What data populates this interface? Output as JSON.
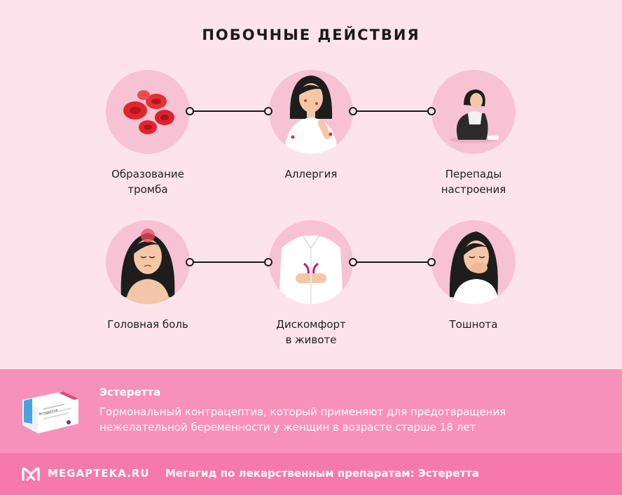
{
  "title": "ПОБОЧНЫЕ ДЕЙСТВИЯ",
  "effects": [
    {
      "label_line1": "Образование",
      "label_line2": "тромба",
      "icon": "blood-cells-icon"
    },
    {
      "label_line1": "Аллергия",
      "label_line2": "",
      "icon": "allergy-woman-icon"
    },
    {
      "label_line1": "Перепады",
      "label_line2": "настроения",
      "icon": "sad-woman-icon"
    },
    {
      "label_line1": "Головная боль",
      "label_line2": "",
      "icon": "headache-woman-icon"
    },
    {
      "label_line1": "Дискомфорт",
      "label_line2": "в животе",
      "icon": "stomach-pain-icon"
    },
    {
      "label_line1": "Тошнота",
      "label_line2": "",
      "icon": "nausea-woman-icon"
    }
  ],
  "product": {
    "name": "Эстеретта",
    "description_line1": "Гормональный контрацептив, который применяют для предотвращения",
    "description_line2": "нежелательной беременности у женщин в возрасте старше 18 лет",
    "box_label": "Эстеретта"
  },
  "footer": {
    "logo_text": "MEGAPTEKA.RU",
    "text": "Мегагид по лекарственным препаратам: Эстеретта"
  },
  "colors": {
    "background": "#fde3ec",
    "circle": "#f7c3d4",
    "product_band": "#f891b9",
    "footer": "#f679ab"
  }
}
